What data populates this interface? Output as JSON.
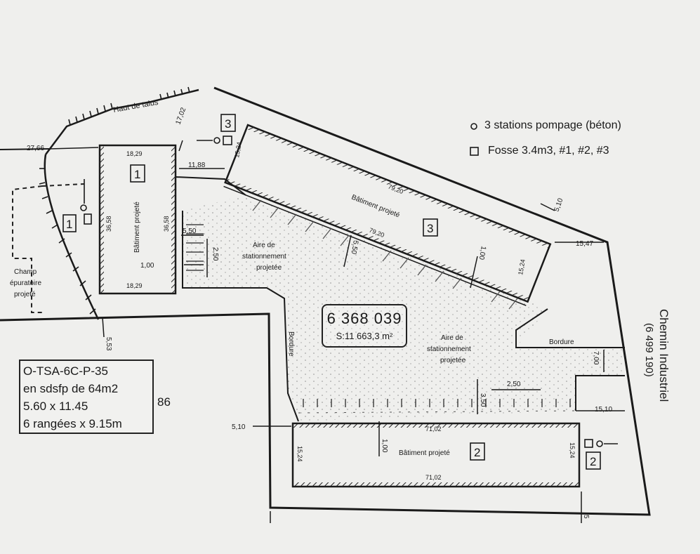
{
  "legend": {
    "pump_stations": "3 stations pompage (béton)",
    "tanks": "Fosse 3.4m3, #1, #2, #3"
  },
  "lot": {
    "number": "6 368 039",
    "area": "S:11 663,3 m²"
  },
  "info": {
    "line1": "O-TSA-6C-P-35",
    "line2": "en sdsfp de 64m2",
    "line3": "5.60 x 11.45",
    "line4": "6 rangées x 9.15m"
  },
  "ref_number": "86",
  "road": {
    "name": "Chemin Industriel",
    "lot": "(6 499 190)"
  },
  "labels": {
    "slope_top": "Haut de talus",
    "building": "Bâtiment projeté",
    "parking_a1": "Aire de",
    "parking_a2": "stationnement",
    "parking_a3": "projetée",
    "field1": "Champ",
    "field2": "épuratoire",
    "field3": "projeté",
    "curb": "Bordure"
  },
  "building_ids": {
    "b1": "1",
    "b2": "2",
    "b3": "3"
  },
  "dims": {
    "d2766": "27,66",
    "d1702": "17,02",
    "d1829a": "18,29",
    "d1829b": "18,29",
    "d3658a": "36,58",
    "d3658b": "36,58",
    "d1188": "11,88",
    "d550": "5,50",
    "d250a": "2,50",
    "d100a": "1,00",
    "d553": "5,53",
    "d1524a": "15,24",
    "d7920a": "79,20",
    "d7920b": "79,20",
    "d550b": "5,50",
    "d100b": "1,00",
    "d1524b": "15,24",
    "d510a": "5,10",
    "d1547": "15,47",
    "d700": "7,00",
    "d250b": "2,50",
    "d350": "3,50",
    "d1510": "15,10",
    "d7102a": "71,02",
    "d7102b": "71,02",
    "d100c": "1,00",
    "d1524c": "15,24",
    "d1524d": "15,24",
    "d510b": "5,10",
    "d5": "5"
  }
}
